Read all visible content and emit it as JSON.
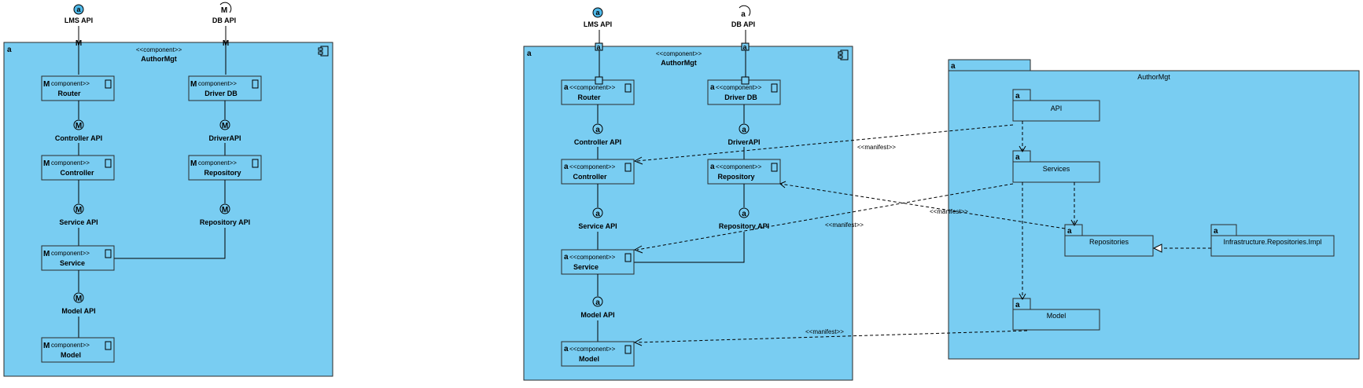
{
  "diagram_left": {
    "stereotype": "<<component>>",
    "title": "AuthorMgt",
    "corner_glyph": "a",
    "ext_interfaces": [
      {
        "label": "LMS API",
        "glyph": "a"
      },
      {
        "label": "DB API",
        "glyph": "M"
      }
    ],
    "inner_glyph": "M",
    "components": [
      {
        "stereo": "component>>",
        "name": "Router"
      },
      {
        "stereo": "component>>",
        "name": "Driver DB"
      },
      {
        "stereo": "component>>",
        "name": "Controller"
      },
      {
        "stereo": "component>>",
        "name": "Repository"
      },
      {
        "stereo": "component>>",
        "name": "Service"
      },
      {
        "stereo": "component>>",
        "name": "Model"
      }
    ],
    "interfaces": [
      "Controller API",
      "DriverAPI",
      "Service API",
      "Repository API",
      "Model API"
    ]
  },
  "diagram_middle": {
    "stereotype": "<<component>>",
    "title": "AuthorMgt",
    "corner_glyph": "a",
    "ext_interfaces": [
      {
        "label": "LMS API",
        "glyph": "a"
      },
      {
        "label": "DB API",
        "glyph": "a"
      }
    ],
    "inner_glyph": "a",
    "components": [
      {
        "stereo": "<<component>>",
        "name": "Router"
      },
      {
        "stereo": "<<component>>",
        "name": "Driver DB"
      },
      {
        "stereo": "<<component>>",
        "name": "Controller"
      },
      {
        "stereo": "<<component>>",
        "name": "Repository"
      },
      {
        "stereo": "<<component>>",
        "name": "Service"
      },
      {
        "stereo": "<<component>>",
        "name": "Model"
      }
    ],
    "interfaces": [
      "Controller API",
      "DriverAPI",
      "Service API",
      "Repository API",
      "Model API"
    ]
  },
  "package_diagram": {
    "title": "AuthorMgt",
    "corner_glyph": "a",
    "packages": [
      "API",
      "Services",
      "Repositories",
      "Infrastructure.Repositories.Impl",
      "Model"
    ]
  },
  "manifest_labels": [
    "<<manifest>>",
    "<<manifest>>",
    "<<manifest>>",
    "<<manifest>>"
  ],
  "colors": {
    "fill": "#79cdf2",
    "stroke": "#2a2a2a",
    "interface": "#4fb8e8"
  }
}
